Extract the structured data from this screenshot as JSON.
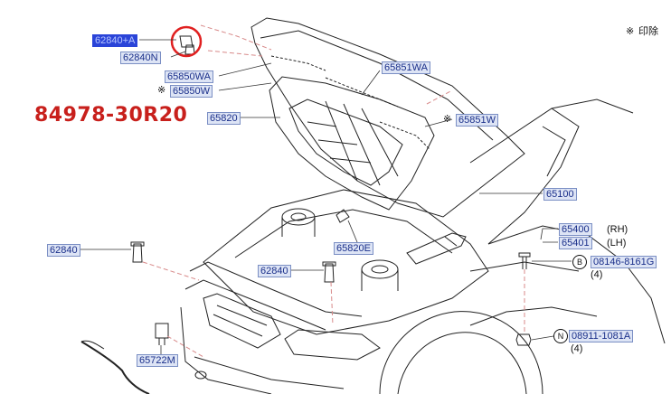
{
  "diagram": {
    "part_number": "84978-30R20",
    "notes": {
      "symbol": "※",
      "text": "印除"
    },
    "labels": {
      "l62840pa": "62840+A",
      "l62840n": "62840N",
      "l65850wa": "65850WA",
      "l65850w": "65850W",
      "l65851wa": "65851WA",
      "l65851w": "65851W",
      "l65820": "65820",
      "l65100": "65100",
      "l65400": "65400",
      "l65401": "65401",
      "l65820e": "65820E",
      "l62840a": "62840",
      "l62840b": "62840",
      "l65722m": "65722M",
      "l08146": "08146-8161G",
      "l08911": "08911-1081A"
    },
    "side": {
      "rh": "(RH)",
      "lh": "(LH)"
    },
    "qty": {
      "q1": "(4)",
      "q2": "(4)"
    },
    "circle": {
      "b": "B",
      "n": "N"
    },
    "highlight_color": "#e02020",
    "accent_color": "#c8201c"
  }
}
